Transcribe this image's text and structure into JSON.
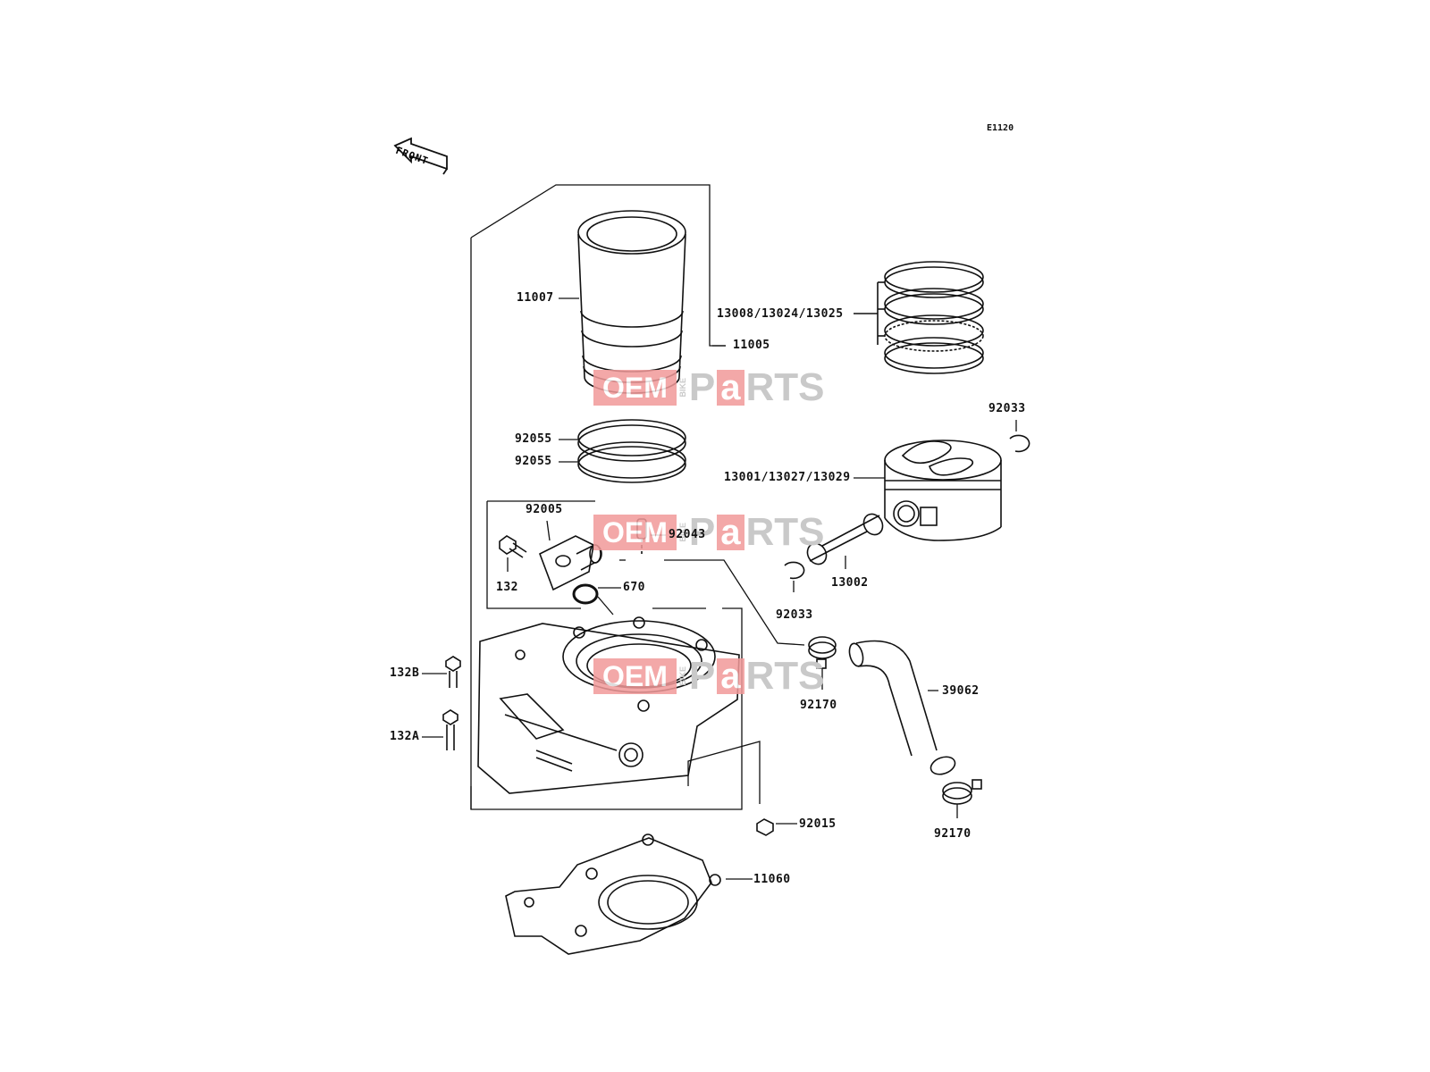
{
  "diagram_code": "E1120",
  "front_label": "FRONT",
  "watermark": {
    "oem": "OEM",
    "bike": "BIKE",
    "p": "P",
    "a": "a",
    "rts": "RTS"
  },
  "labels": {
    "cylinder_sleeve": "11007",
    "cylinder_group": "11005",
    "ring_set": "13008/13024/13025",
    "circlip_top": "92033",
    "piston": "13001/13027/13029",
    "oring_upper": "92055",
    "oring_lower": "92055",
    "water_fitting": "92005",
    "dowel_pin": "92043",
    "bolt_small": "132",
    "oring_small": "670",
    "piston_pin": "13002",
    "circlip_lower": "92033",
    "bolt_b": "132B",
    "bolt_a": "132A",
    "clamp_upper": "92170",
    "hose": "39062",
    "clamp_lower": "92170",
    "plug": "92015",
    "head_gasket": "11060"
  }
}
